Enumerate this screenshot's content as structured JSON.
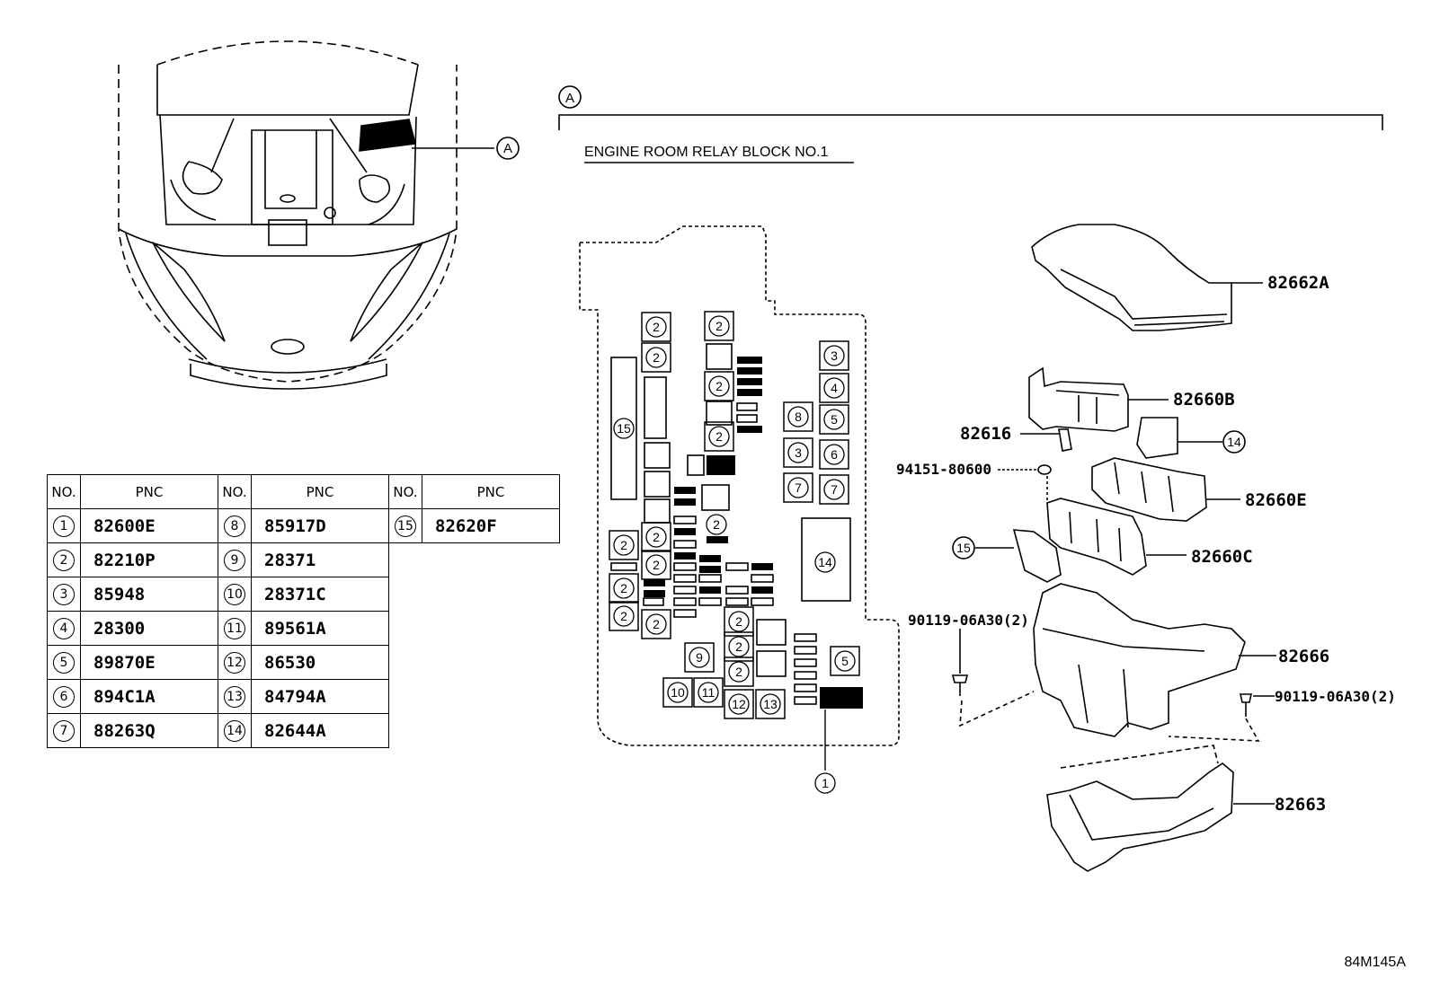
{
  "view_marker": "A",
  "block_title": "ENGINE ROOM RELAY BLOCK NO.1",
  "table": {
    "headers": [
      "NO.",
      "PNC",
      "NO.",
      "PNC",
      "NO.",
      "PNC"
    ],
    "rows": [
      [
        {
          "no": "1",
          "pnc": "82600E"
        },
        {
          "no": "8",
          "pnc": "85917D"
        },
        {
          "no": "15",
          "pnc": "82620F"
        }
      ],
      [
        {
          "no": "2",
          "pnc": "82210P"
        },
        {
          "no": "9",
          "pnc": "28371"
        }
      ],
      [
        {
          "no": "3",
          "pnc": "85948"
        },
        {
          "no": "10",
          "pnc": "28371C"
        }
      ],
      [
        {
          "no": "4",
          "pnc": "28300"
        },
        {
          "no": "11",
          "pnc": "89561A"
        }
      ],
      [
        {
          "no": "5",
          "pnc": "89870E"
        },
        {
          "no": "12",
          "pnc": "86530"
        }
      ],
      [
        {
          "no": "6",
          "pnc": "894C1A"
        },
        {
          "no": "13",
          "pnc": "84794A"
        }
      ],
      [
        {
          "no": "7",
          "pnc": "88263Q"
        },
        {
          "no": "14",
          "pnc": "82644A"
        }
      ]
    ]
  },
  "exploded_labels": {
    "cover": "82662A",
    "upper_block": "82660B",
    "clip": "82616",
    "screw": "94151-80600",
    "sub_block_e": "82660E",
    "sub_block_c": "82660C",
    "bolt_left": "90119-06A30(2)",
    "bolt_right": "90119-06A30(2)",
    "housing": "82666",
    "lower_cover": "82663",
    "callout_14": "14",
    "callout_15": "15"
  },
  "relay_block_callouts": {
    "c2": "2",
    "c3": "3",
    "c4": "4",
    "c5": "5",
    "c6": "6",
    "c7": "7",
    "c8": "8",
    "c9": "9",
    "c10": "10",
    "c11": "11",
    "c12": "12",
    "c13": "13",
    "c14": "14",
    "c15": "15",
    "c1": "1"
  },
  "diagram_code": "84M145A"
}
